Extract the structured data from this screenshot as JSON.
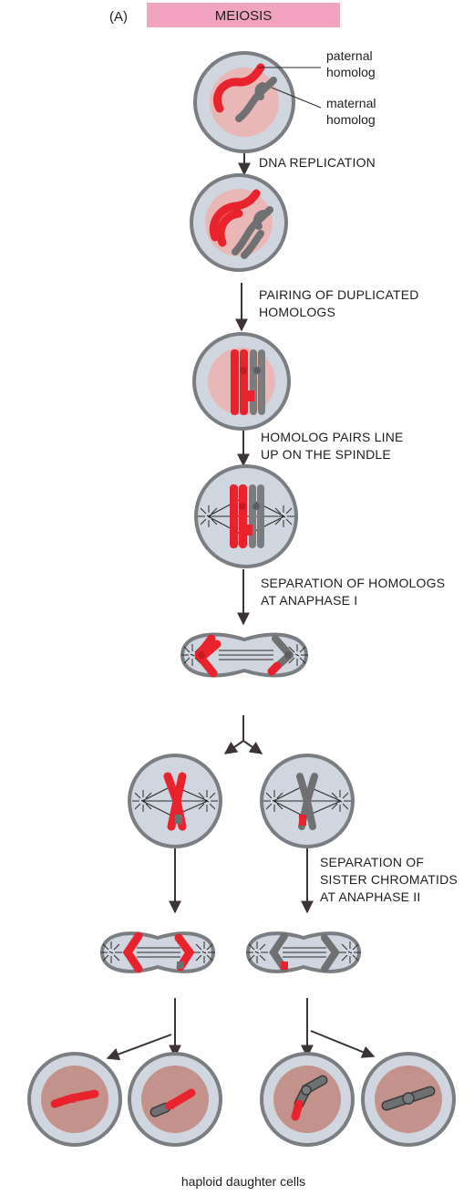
{
  "panel_tag": "(A)",
  "title": "MEIOSIS",
  "labels": {
    "paternal": [
      "paternal",
      "homolog"
    ],
    "maternal": [
      "maternal",
      "homolog"
    ]
  },
  "steps": {
    "s1": [
      "DNA REPLICATION"
    ],
    "s2": [
      "PAIRING OF DUPLICATED",
      "HOMOLOGS"
    ],
    "s3": [
      "HOMOLOG PAIRS LINE",
      "UP ON THE SPINDLE"
    ],
    "s4": [
      "SEPARATION OF HOMOLOGS",
      "AT ANAPHASE I"
    ],
    "s5": [
      "SEPARATION OF",
      "SISTER CHROMATIDS",
      "AT ANAPHASE II"
    ]
  },
  "footer": "haploid daughter cells",
  "colors": {
    "title_bar": "#f2a3c0",
    "paternal": "#e8232e",
    "maternal": "#7b7c7e",
    "cell_membrane": "#7a7d82",
    "cell_fill": "#cfd6df",
    "nucleus": "#e9b8b6",
    "daughter_nucleus": "#c3928a"
  }
}
